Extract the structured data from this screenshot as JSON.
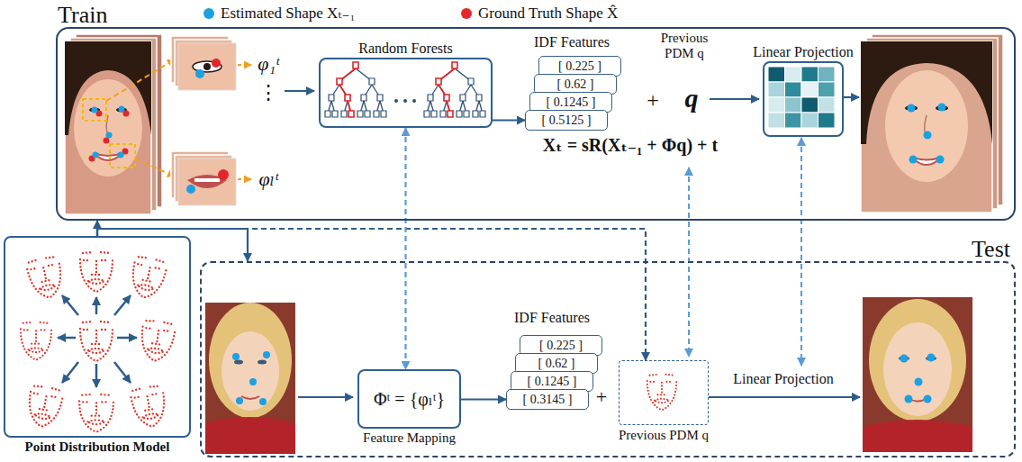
{
  "diagram": {
    "nodes": [
      {
        "text": [
          "Train"
        ]
      },
      {
        "text": [
          "Random Forests"
        ],
        "in": 0
      },
      {
        "text": [
          "[ 0.225 ]"
        ],
        "in": 0
      },
      {
        "text": [
          "[ 0.62 ]"
        ],
        "in": 0
      },
      {
        "text": [
          "[ 0.1245 ]"
        ],
        "in": 0
      },
      {
        "text": [
          "[ 0.5125 ]"
        ],
        "in": 0
      },
      {
        "text": [
          "Linear Projection"
        ],
        "in": 0
      },
      {
        "text": [
          "Point Distribution Model"
        ]
      },
      {
        "text": [
          "Test"
        ]
      },
      {
        "text": [
          "Φᵗ = {φₗᵗ}",
          "Feature Mapping"
        ],
        "in": 8
      },
      {
        "text": [
          "[ 0.225 ]"
        ],
        "in": 8
      },
      {
        "text": [
          "[ 0.62 ]"
        ],
        "in": 8
      },
      {
        "text": [
          "[ 0.1245 ]"
        ],
        "in": 8
      },
      {
        "text": [
          "[ 0.3145 ]"
        ],
        "in": 8
      },
      {
        "text": [
          "Previous PDM q"
        ],
        "in": 8
      }
    ],
    "edges": [
      {
        "from": 7,
        "to": 0,
        "arrow": "to"
      },
      {
        "from": 7,
        "to": 8,
        "arrow": "to"
      },
      {
        "from": 7,
        "to": 14,
        "arrow": "to"
      },
      {
        "from": 1,
        "to": 5,
        "arrow": "to"
      },
      {
        "from": 1,
        "to": 9,
        "arrow": "both"
      },
      {
        "from": 9,
        "to": 13,
        "arrow": "to"
      }
    ],
    "labels": [
      "φ₁ᵗ",
      "⋮",
      "φₗᵗ",
      "IDF Features",
      "Previous PDM q",
      "+",
      "q",
      "Xₜ = sR(Xₜ₋₁ + Φq) + t",
      "IDF Features",
      "+",
      "Linear Projection"
    ],
    "legend": [
      {
        "text": "Estimated Shape Xₜ₋₁",
        "color": "#1ba1e2"
      },
      {
        "text": "Ground Truth Shape X̂",
        "color": "#e3262b"
      }
    ]
  }
}
